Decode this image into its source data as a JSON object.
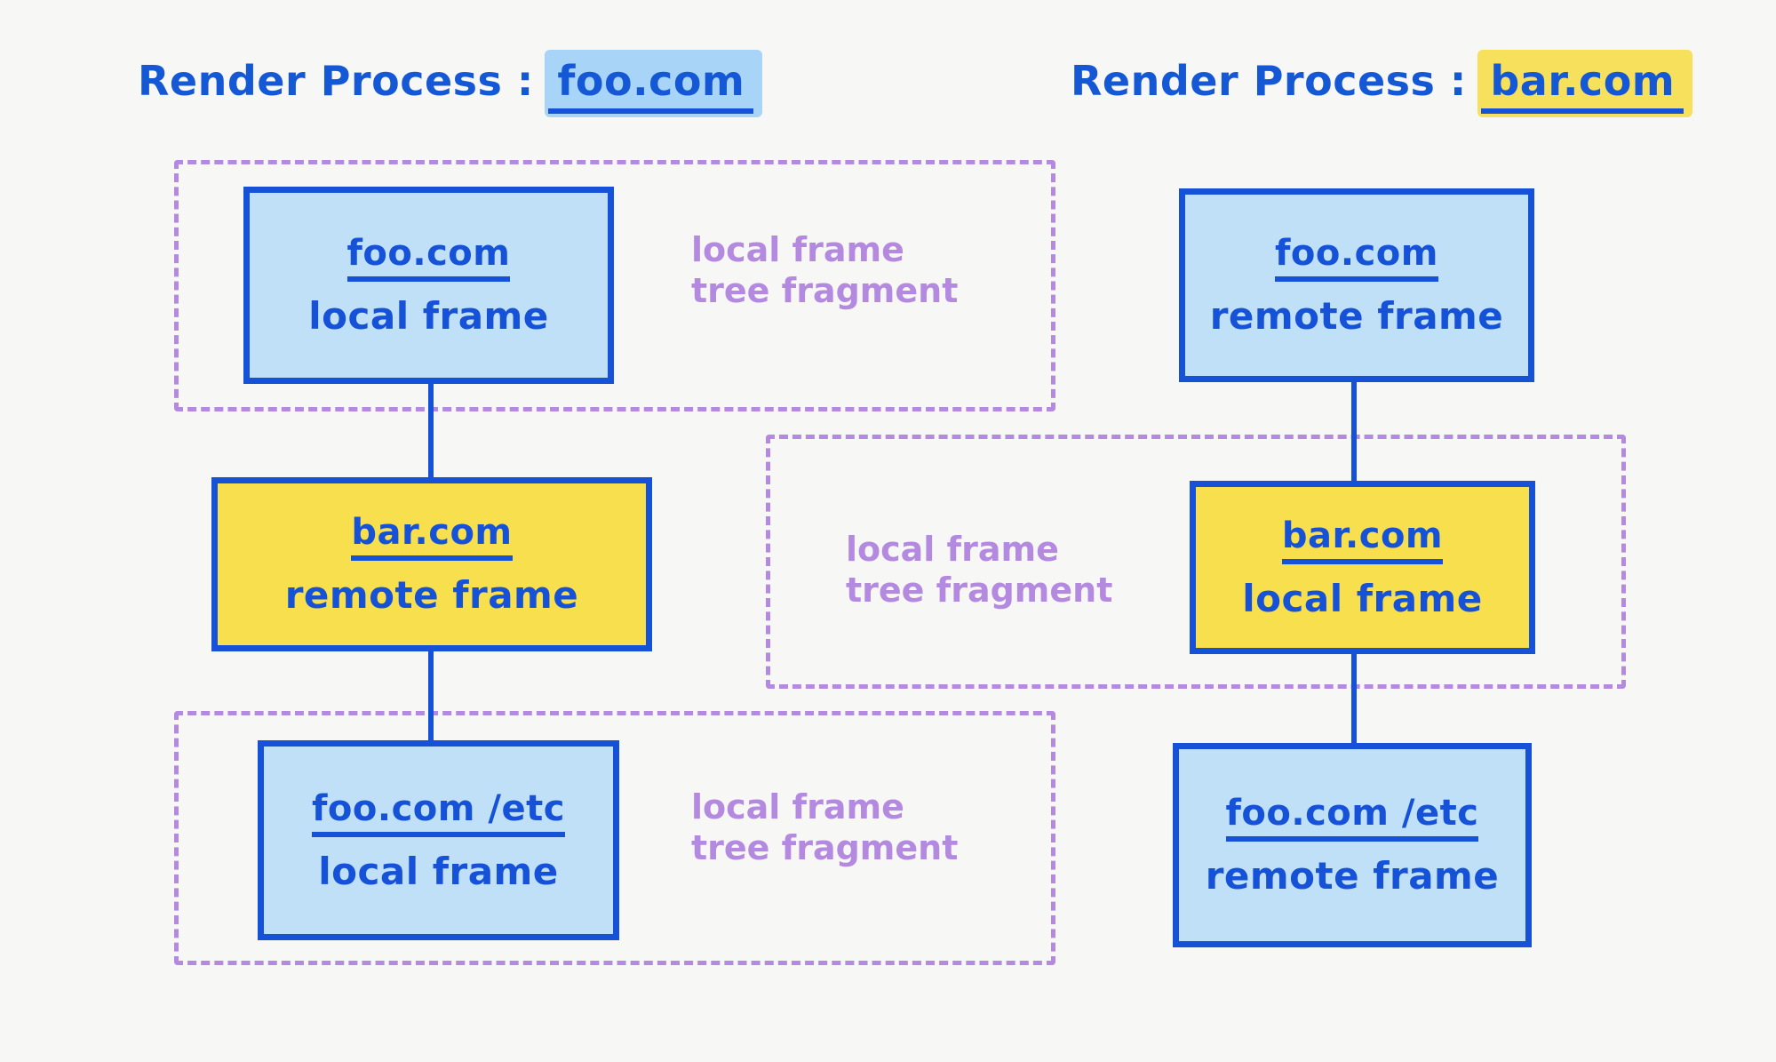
{
  "background_color": "#f7f7f5",
  "palette": {
    "ink_blue": "#1552d8",
    "box_blue_fill": "#bfe0f7",
    "box_yellow_fill": "#f7df4e",
    "highlight_blue": "#a8d4f7",
    "highlight_yellow": "#f7e15c",
    "annotation_purple": "#b48ae0"
  },
  "columns": [
    {
      "id": "left",
      "title": {
        "label": "Render Process : ",
        "host": "foo.com",
        "highlight": "blue"
      },
      "nodes": [
        {
          "host": "foo.com",
          "kind": "local frame",
          "fill": "blue"
        },
        {
          "host": "bar.com",
          "kind": "remote frame",
          "fill": "yellow"
        },
        {
          "host": "foo.com /etc",
          "kind": "local frame",
          "fill": "blue"
        }
      ],
      "annotations": [
        "local frame\ntree fragment",
        "local frame\ntree fragment"
      ]
    },
    {
      "id": "right",
      "title": {
        "label": "Render Process : ",
        "host": "bar.com",
        "highlight": "yellow"
      },
      "nodes": [
        {
          "host": "foo.com",
          "kind": "remote frame",
          "fill": "blue"
        },
        {
          "host": "bar.com",
          "kind": "local frame",
          "fill": "yellow"
        },
        {
          "host": "foo.com /etc",
          "kind": "remote frame",
          "fill": "blue"
        }
      ],
      "annotations": [
        "local frame\ntree fragment"
      ]
    }
  ]
}
